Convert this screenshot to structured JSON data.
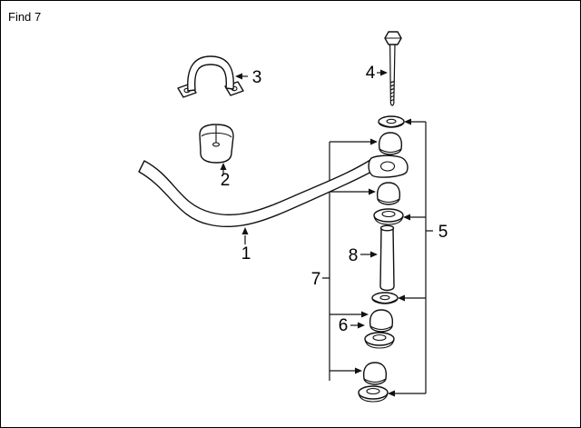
{
  "task": {
    "find_label": "Find",
    "find_target": "7"
  },
  "callouts": {
    "n1": "1",
    "n2": "2",
    "n3": "3",
    "n4": "4",
    "n5": "5",
    "n6": "6",
    "n7": "7",
    "n8": "8"
  },
  "colors": {
    "line": "#111111",
    "background": "#ffffff"
  }
}
